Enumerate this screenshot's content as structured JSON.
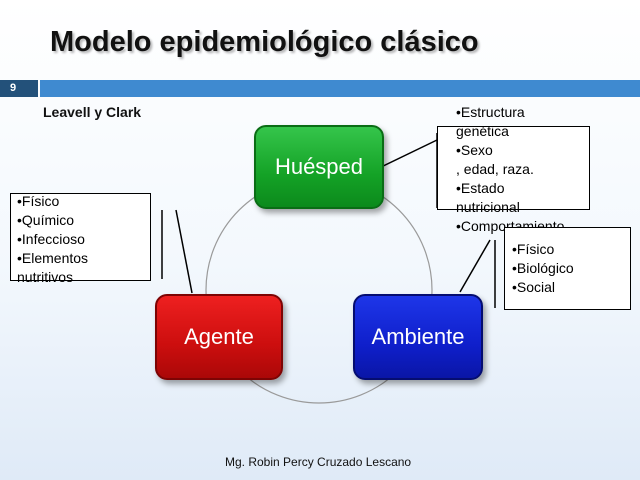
{
  "title": "Modelo epidemiológico clásico",
  "slide_number": "9",
  "subtitle": "Leavell y Clark",
  "nodes": {
    "host": "Huésped",
    "agent": "Agente",
    "environment": "Ambiente"
  },
  "host_factors": [
    "•Estructura",
    "genética",
    "•Sexo",
    ", edad, raza.",
    "•Estado",
    "nutricional",
    "•Comportamiento"
  ],
  "agent_factors": [
    "•Físico",
    "•Químico",
    "•Infeccioso",
    "•Elementos",
    "nutritivos"
  ],
  "environment_factors": [
    "•Físico",
    "•Biológico",
    "•Social"
  ],
  "footer": "Mg. Robin Percy Cruzado Lescano",
  "colors": {
    "host": "#14a226",
    "agent": "#cc0e0e",
    "environment": "#0f1fcb",
    "header_bar": "#3f8ad0",
    "slide_badge": "#23517a"
  }
}
